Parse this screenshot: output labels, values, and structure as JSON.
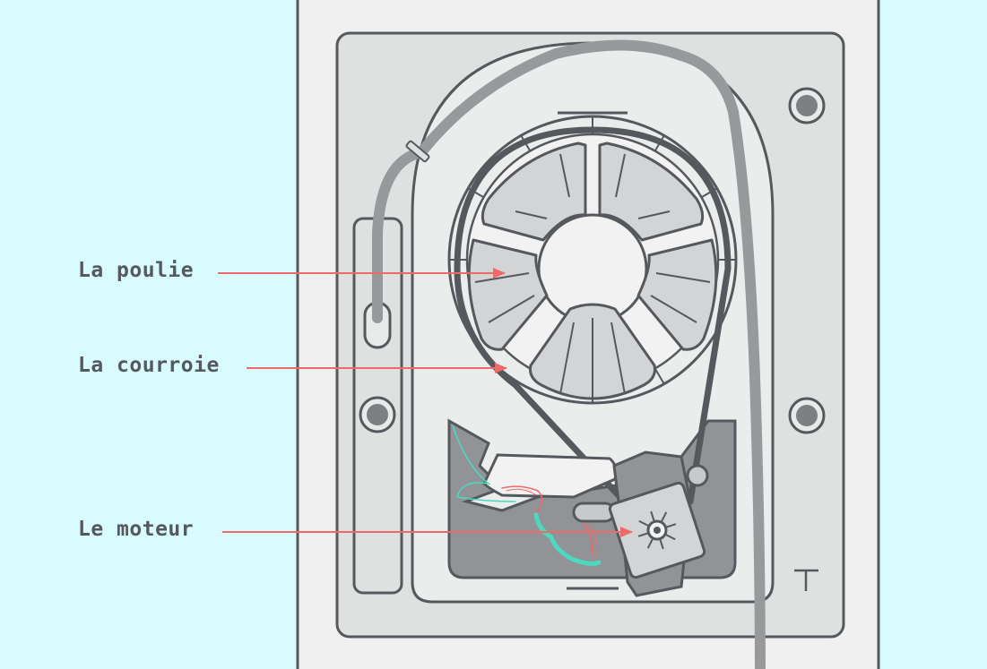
{
  "labels": {
    "pulley": "La poulie",
    "belt": "La courroie",
    "motor": "Le moteur"
  },
  "colors": {
    "background": "#d8fbff",
    "appliance": "#f0f0f0",
    "outline": "#55585c",
    "arrow": "#ec6a6a",
    "hose": "#98999d",
    "belt": "#55585c",
    "wire_teal": "#4fd8c0",
    "wire_red": "#ec6a6a"
  }
}
